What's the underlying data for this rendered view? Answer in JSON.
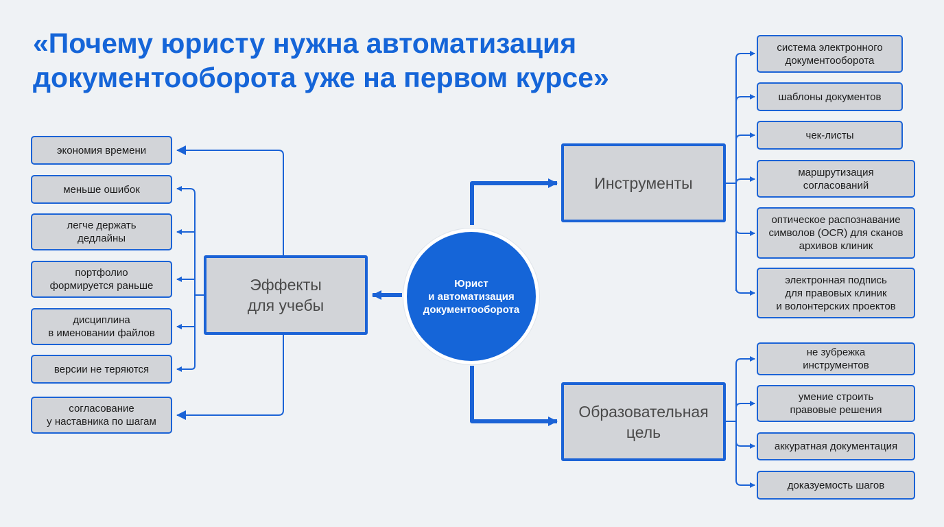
{
  "title": {
    "line1": "«Почему юристу нужна автоматизация",
    "line2": "документооборота уже на первом курсе»"
  },
  "center": {
    "line1": "Юрист",
    "line2": "и автоматизация",
    "line3": "документооборота"
  },
  "hubs": {
    "effects": {
      "line1": "Эффекты",
      "line2": "для учебы"
    },
    "tools": {
      "line1": "Инструменты"
    },
    "goal": {
      "line1": "Образовательная",
      "line2": "цель"
    }
  },
  "effects": [
    {
      "line1": "экономия времени"
    },
    {
      "line1": "меньше ошибок"
    },
    {
      "line1": "легче держать",
      "line2": "дедлайны"
    },
    {
      "line1": "портфолио",
      "line2": "формируется раньше"
    },
    {
      "line1": "дисциплина",
      "line2": "в именовании файлов"
    },
    {
      "line1": "версии не теряются"
    },
    {
      "line1": "согласование",
      "line2": "у наставника по шагам"
    }
  ],
  "tools": [
    {
      "line1": "система электронного",
      "line2": "документооборота"
    },
    {
      "line1": "шаблоны документов"
    },
    {
      "line1": "чек-листы"
    },
    {
      "line1": "маршрутизация",
      "line2": "согласований"
    },
    {
      "line1": "оптическое распознавание",
      "line2": "символов (OCR) для сканов",
      "line3": "архивов клиник"
    },
    {
      "line1": "электронная подпись",
      "line2": "для правовых клиник",
      "line3": "и волонтерских проектов"
    }
  ],
  "goal": [
    {
      "line1": "не зубрежка",
      "line2": "инструментов"
    },
    {
      "line1": "умение строить",
      "line2": "правовые решения"
    },
    {
      "line1": "аккуратная документация"
    },
    {
      "line1": "доказуемость шагов"
    }
  ],
  "colors": {
    "accent": "#1565d8",
    "box_fill": "#d2d4d8",
    "background": "#eff2f5"
  }
}
